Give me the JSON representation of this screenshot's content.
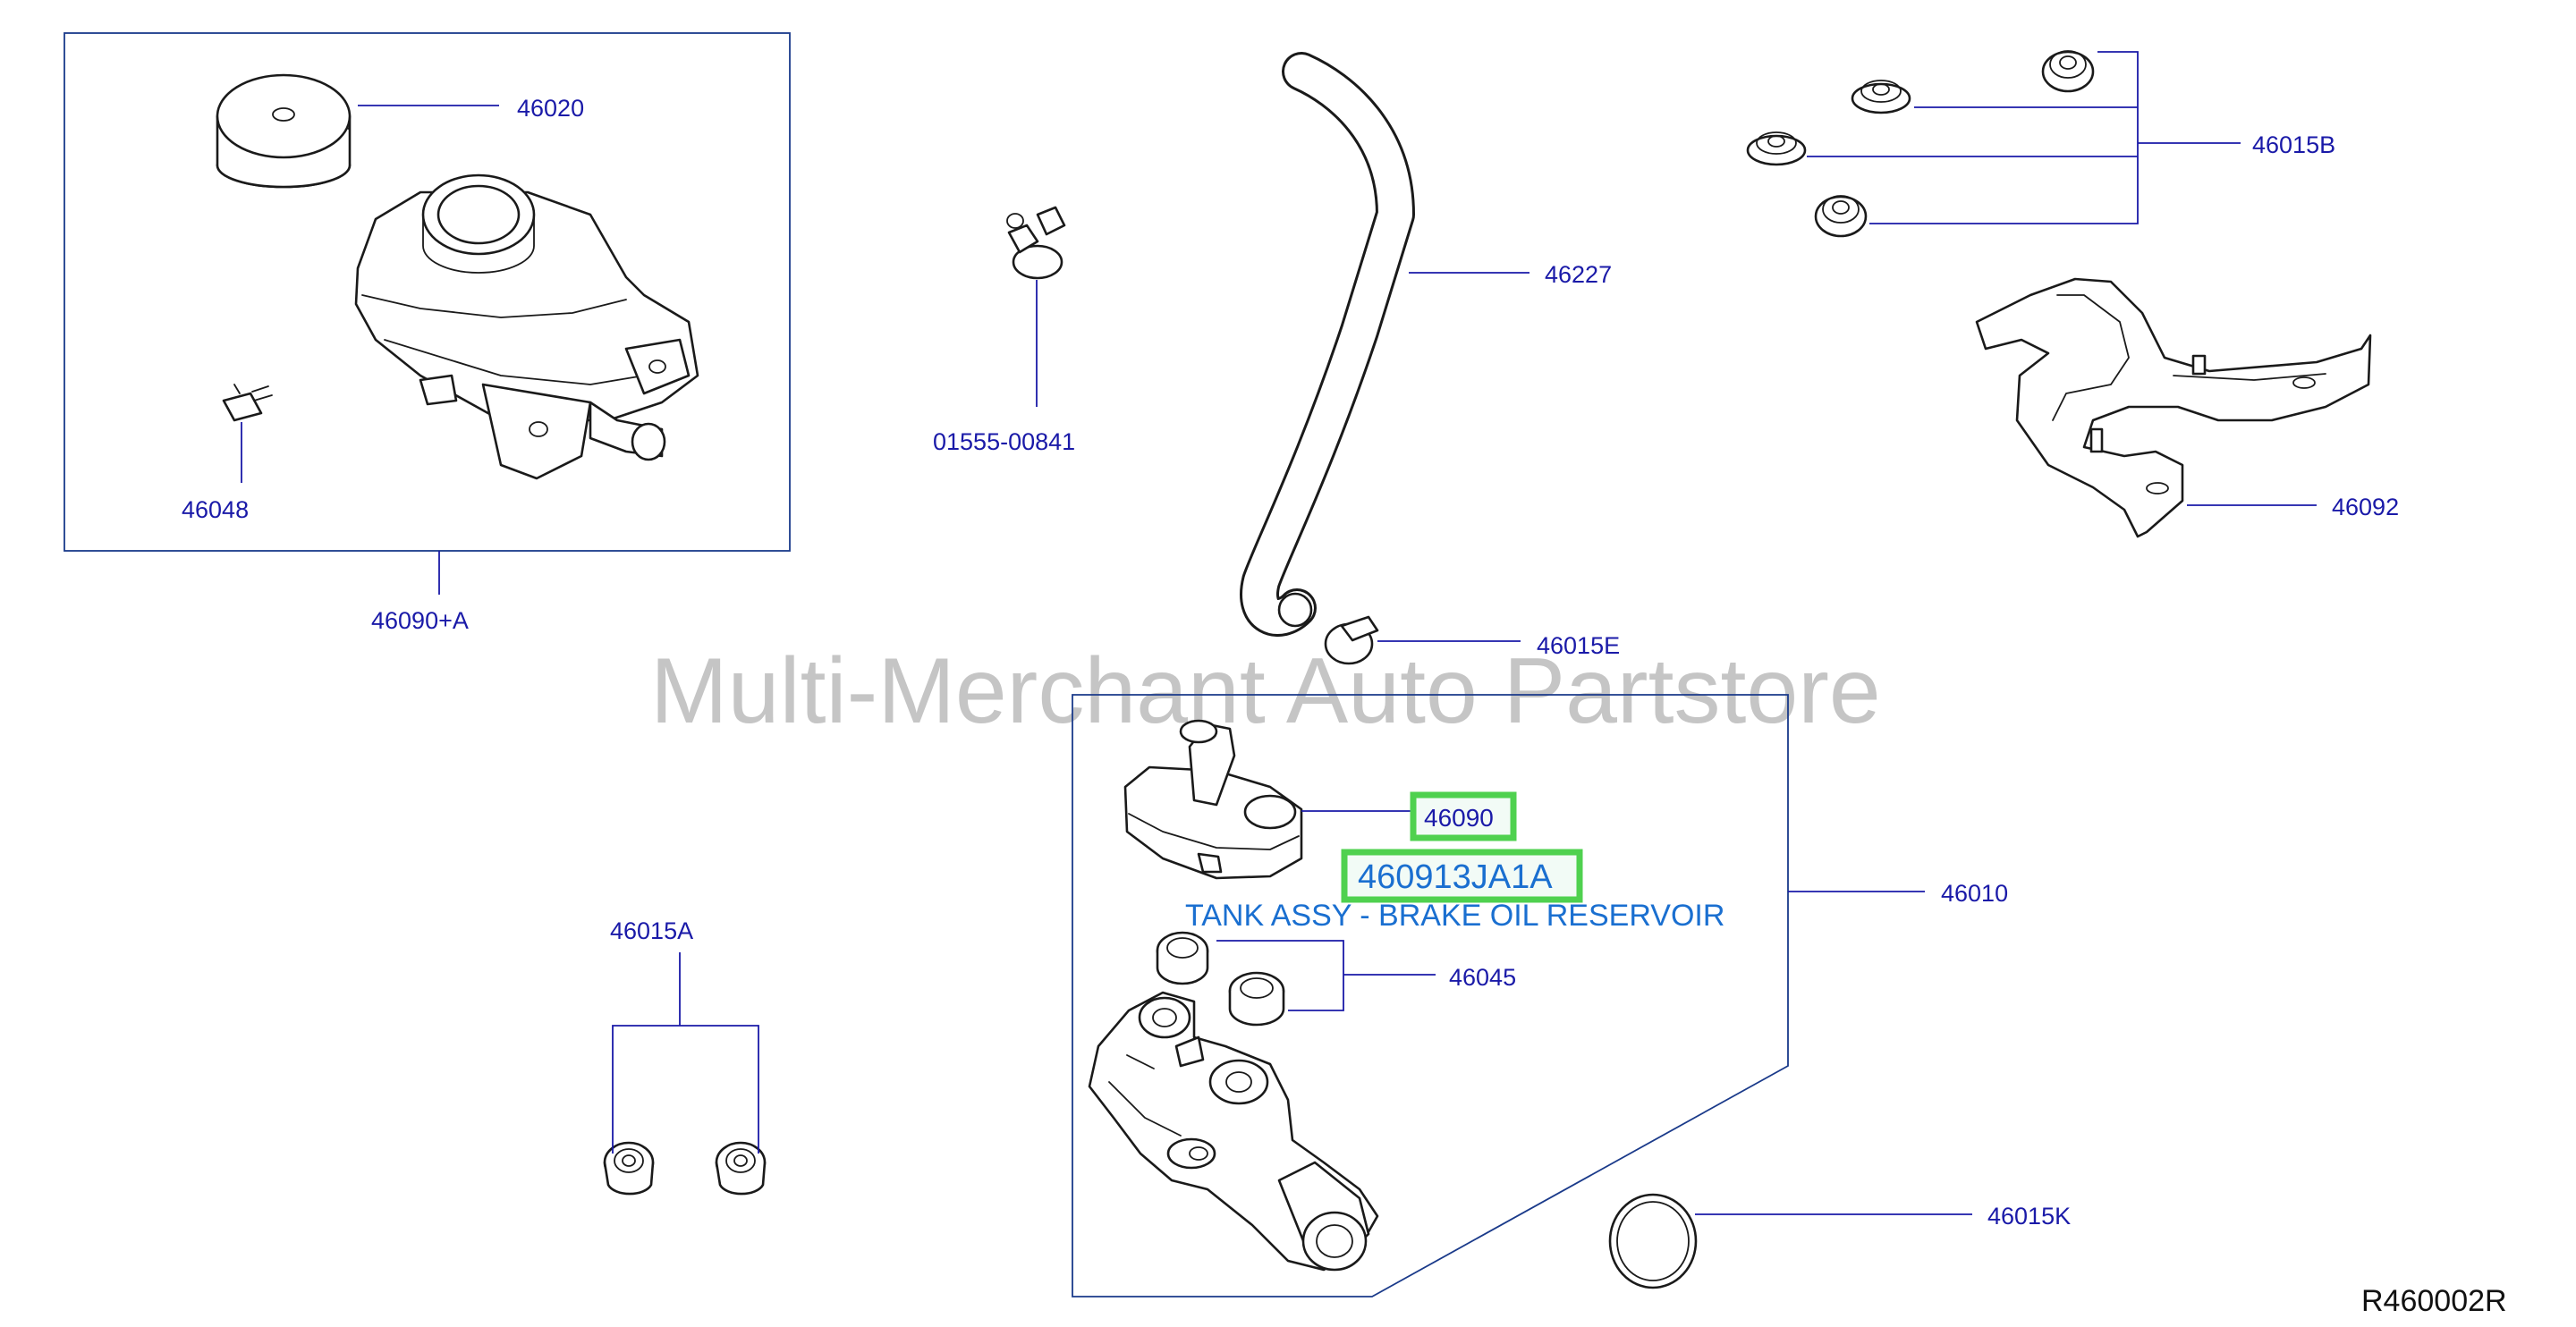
{
  "watermark": "Multi-Merchant Auto Partstore",
  "diagram_code": "R460002R",
  "callouts": {
    "c46020": "46020",
    "c46048": "46048",
    "c46090A": "46090+A",
    "c0155500841": "01555-00841",
    "c46227": "46227",
    "c46015B": "46015B",
    "c46092": "46092",
    "c46015E": "46015E",
    "c46010": "46010",
    "c46015A": "46015A",
    "c46045": "46045",
    "c46015K": "46015K"
  },
  "highlight": {
    "ref": "46090",
    "part_number": "460913JA1A",
    "description": "TANK ASSY - BRAKE OIL RESERVOIR",
    "color": "#4fd14f"
  },
  "colors": {
    "callout": "#1a1aa8",
    "description": "#1a6fd0",
    "watermark": "#b7b7b7"
  }
}
